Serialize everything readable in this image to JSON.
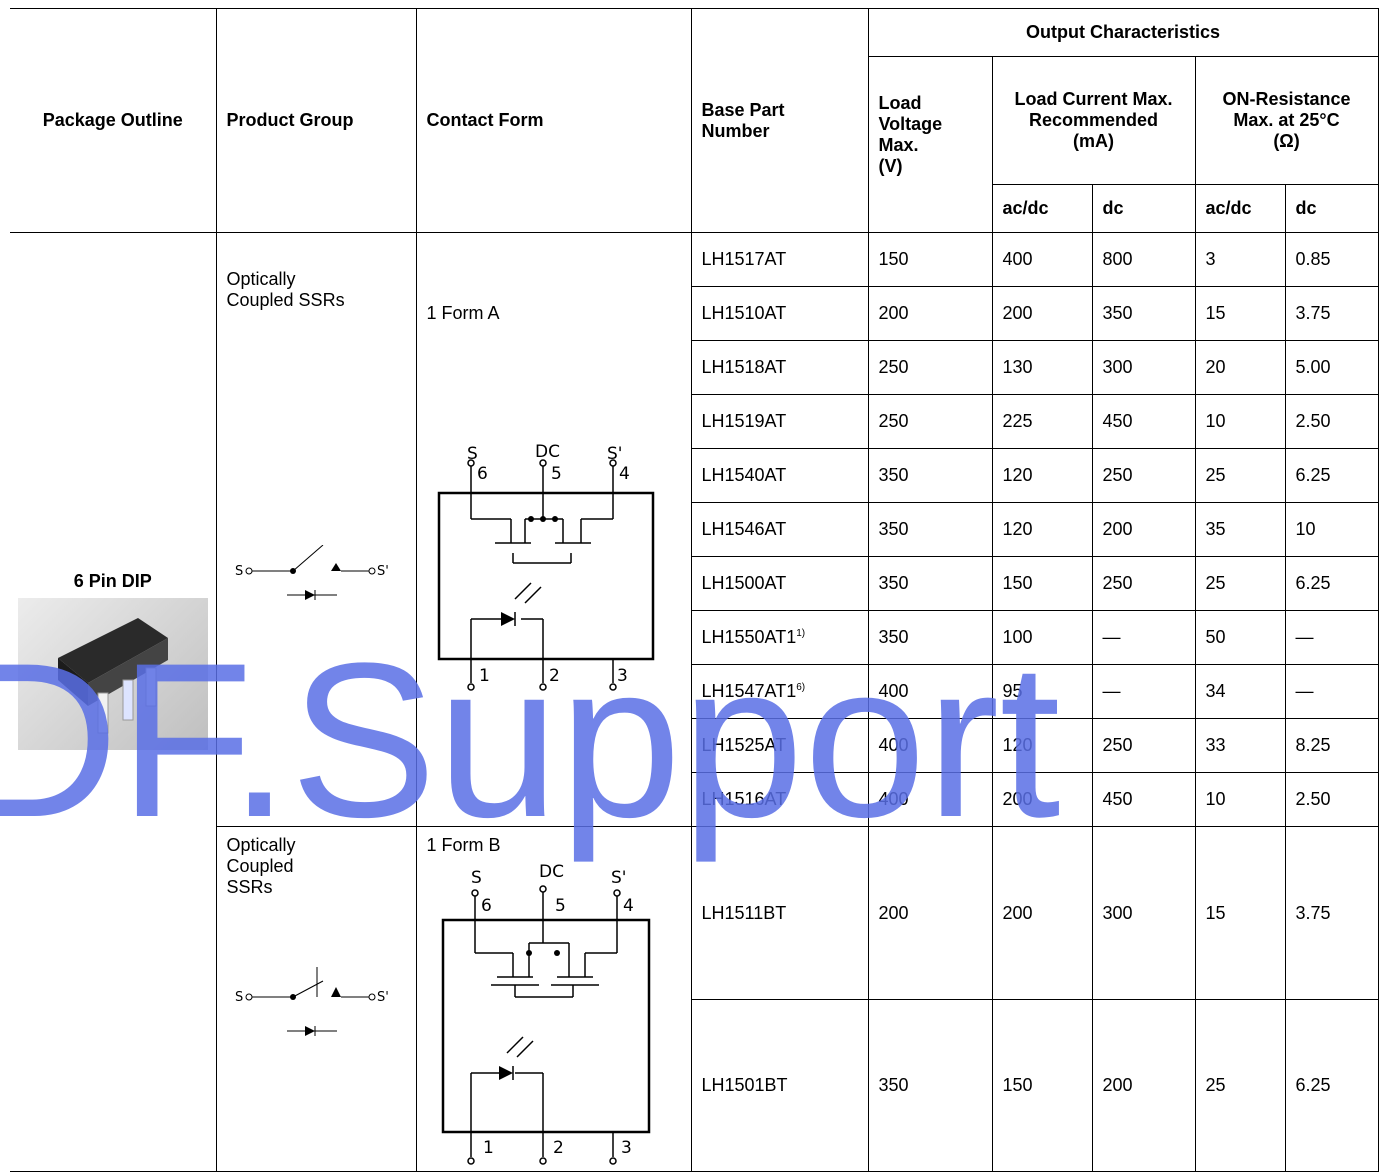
{
  "headers": {
    "package": "Package Outline",
    "group": "Product Group",
    "contact": "Contact Form",
    "base_part_line1": "Base Part",
    "base_part_line2": "Number",
    "output": "Output Characteristics",
    "load_voltage": [
      "Load",
      "Voltage",
      "Max.",
      "(V)"
    ],
    "load_current": [
      "Load Current Max.",
      "Recommended",
      "(mA)"
    ],
    "on_res": [
      "ON-Resistance",
      "Max. at 25°C",
      "(Ω)"
    ],
    "acdc": "ac/dc",
    "dc": "dc"
  },
  "package": {
    "label": "6 Pin DIP"
  },
  "group1": {
    "line1": "Optically",
    "line2": "Coupled SSRs",
    "contact": "1 Form A"
  },
  "group2": {
    "line1": "Optically",
    "line2": "Coupled",
    "line3": "SSRs",
    "contact": "1 Form B"
  },
  "diagram": {
    "s": "S",
    "dc": "DC",
    "sp": "S'",
    "p6": "6",
    "p5": "5",
    "p4": "4",
    "p1": "1",
    "p2": "2",
    "p3": "3",
    "sw_s": "S",
    "sw_sp": "S'"
  },
  "rows": [
    {
      "part": "LH1517AT",
      "sup": "",
      "v": "150",
      "iac": "400",
      "idc": "800",
      "rac": "3",
      "rdc": "0.85"
    },
    {
      "part": "LH1510AT",
      "sup": "",
      "v": "200",
      "iac": "200",
      "idc": "350",
      "rac": "15",
      "rdc": "3.75"
    },
    {
      "part": "LH1518AT",
      "sup": "",
      "v": "250",
      "iac": "130",
      "idc": "300",
      "rac": "20",
      "rdc": "5.00"
    },
    {
      "part": "LH1519AT",
      "sup": "",
      "v": "250",
      "iac": "225",
      "idc": "450",
      "rac": "10",
      "rdc": "2.50"
    },
    {
      "part": "LH1540AT",
      "sup": "",
      "v": "350",
      "iac": "120",
      "idc": "250",
      "rac": "25",
      "rdc": "6.25"
    },
    {
      "part": "LH1546AT",
      "sup": "",
      "v": "350",
      "iac": "120",
      "idc": "200",
      "rac": "35",
      "rdc": "10"
    },
    {
      "part": "LH1500AT",
      "sup": "",
      "v": "350",
      "iac": "150",
      "idc": "250",
      "rac": "25",
      "rdc": "6.25"
    },
    {
      "part": "LH1550AT1",
      "sup": "1)",
      "v": "350",
      "iac": "100",
      "idc": "—",
      "rac": "50",
      "rdc": "—"
    },
    {
      "part": "LH1547AT1",
      "sup": "6)",
      "v": "400",
      "iac": "95",
      "idc": "—",
      "rac": "34",
      "rdc": "—"
    },
    {
      "part": "LH1525AT",
      "sup": "",
      "v": "400",
      "iac": "120",
      "idc": "250",
      "rac": "33",
      "rdc": "8.25"
    },
    {
      "part": "LH1516AT",
      "sup": "",
      "v": "400",
      "iac": "200",
      "idc": "450",
      "rac": "10",
      "rdc": "2.50"
    }
  ],
  "rows_b": [
    {
      "part": "LH1511BT",
      "v": "200",
      "iac": "200",
      "idc": "300",
      "rac": "15",
      "rdc": "3.75"
    },
    {
      "part": "LH1501BT",
      "v": "350",
      "iac": "150",
      "idc": "200",
      "rac": "25",
      "rdc": "6.25"
    }
  ],
  "watermark": "DF.Support"
}
